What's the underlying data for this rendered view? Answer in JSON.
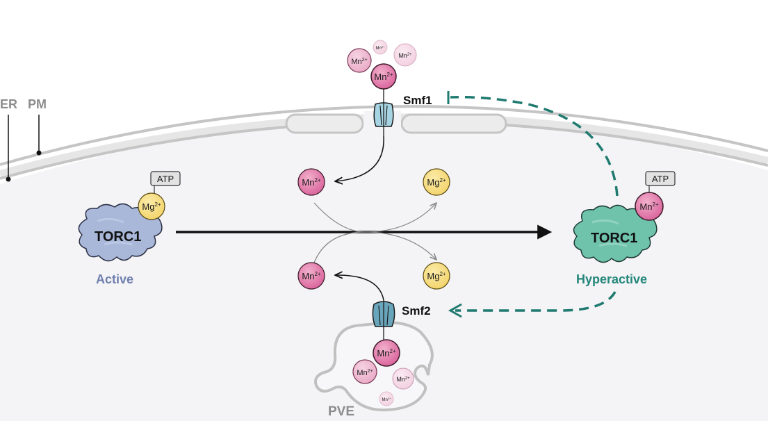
{
  "membranes": {
    "er_label": "ER",
    "pm_label": "PM",
    "pve_label": "PVE"
  },
  "transporters": {
    "smf1_label": "Smf1",
    "smf2_label": "Smf2"
  },
  "torc_active": {
    "label": "TORC1",
    "state": "Active",
    "cofactor": "ATP",
    "ion": "Mg",
    "ion_charge": "2+"
  },
  "torc_hyper": {
    "label": "TORC1",
    "state": "Hyperactive",
    "cofactor": "ATP",
    "ion": "Mn",
    "ion_charge": "2+"
  },
  "ions": {
    "mn": "Mn",
    "mg": "Mg",
    "charge": "2+"
  },
  "colors": {
    "active": "#6e7fae",
    "hyperactive": "#23877a",
    "mn_fill": "#e07aa5",
    "mg_fill": "#f7dd7f",
    "smf": "#a7d4e2",
    "smf2": "#6aa6bb",
    "inhibit_line": "#1f7a70"
  }
}
